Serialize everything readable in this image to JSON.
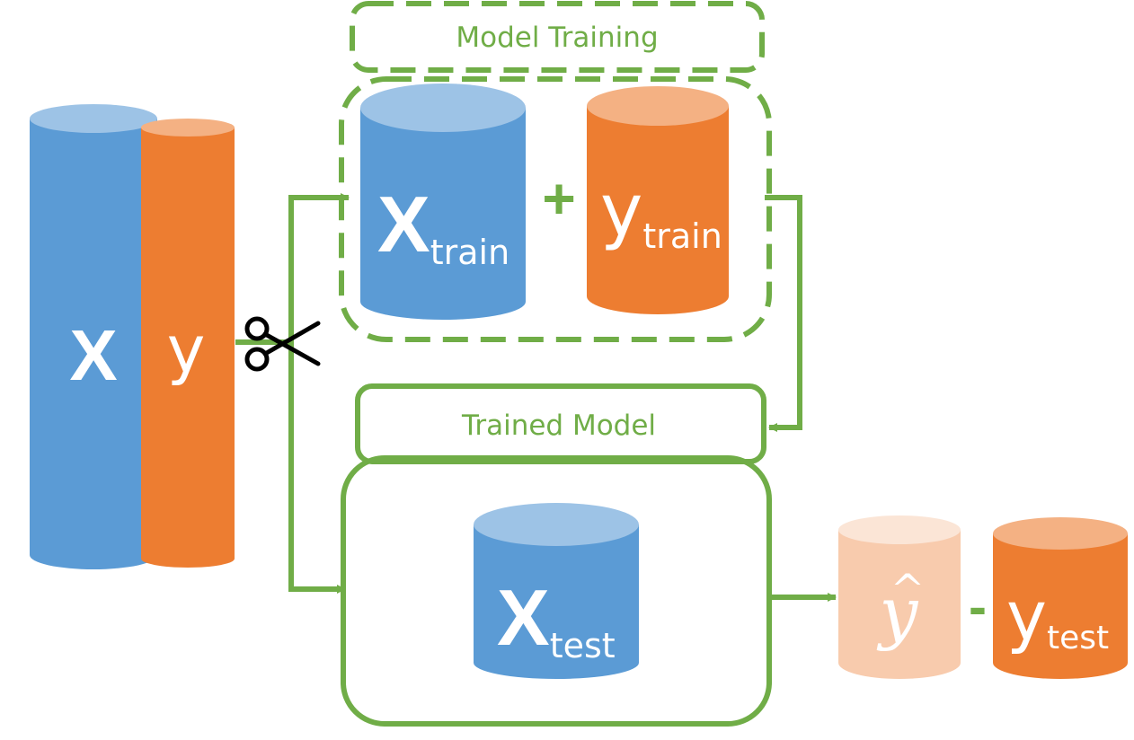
{
  "colors": {
    "blue": "#5B9BD5",
    "blue_top": "#9DC3E6",
    "orange": "#ED7D31",
    "orange_top": "#F4B183",
    "orange_light": "#F8CBAD",
    "orange_light_top": "#FBE5D6",
    "green": "#70AD47",
    "scissors": "#000000"
  },
  "boxes": {
    "model_training": "Model Training",
    "trained_model": "Trained Model"
  },
  "full_data": {
    "x_label": "X",
    "y_label": "y"
  },
  "train": {
    "x_main": "X",
    "x_sub": "train",
    "plus": "+",
    "y_main": "y",
    "y_sub": "train"
  },
  "test": {
    "x_main": "X",
    "x_sub": "test",
    "y_main": "y",
    "y_sub": "test"
  },
  "prediction": {
    "y_hat_main": "y",
    "y_hat_accent": "^",
    "minus": "-"
  },
  "icons": {
    "split": "scissors-icon"
  }
}
